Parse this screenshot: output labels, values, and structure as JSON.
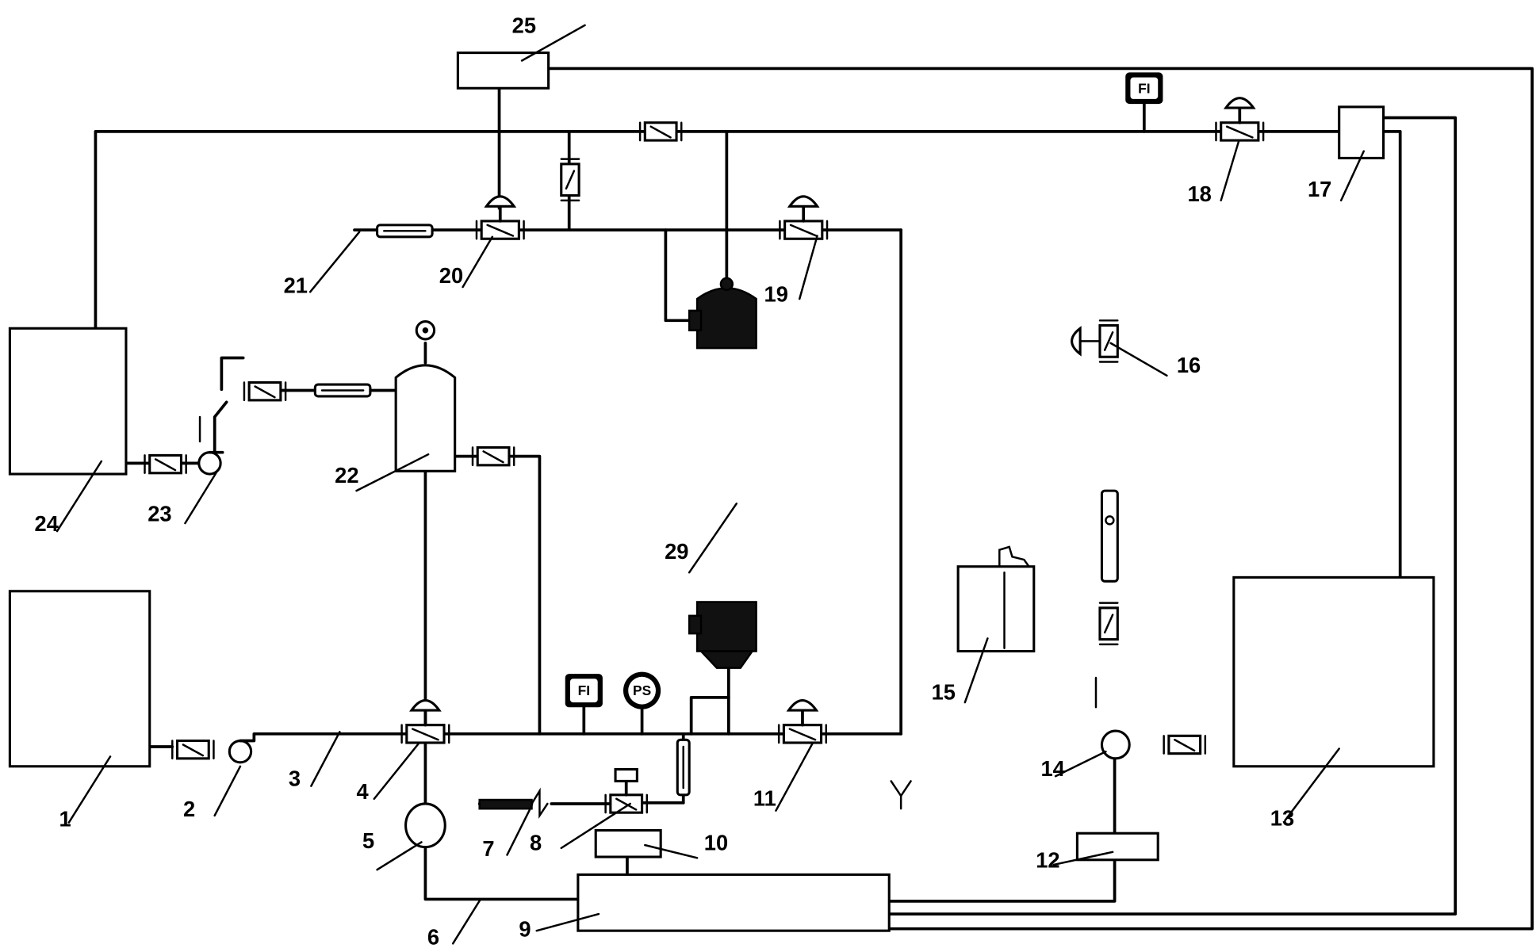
{
  "labels": {
    "n1": "1",
    "n2": "2",
    "n3": "3",
    "n4": "4",
    "n5": "5",
    "n6": "6",
    "n7": "7",
    "n8": "8",
    "n9": "9",
    "n10": "10",
    "n11": "11",
    "n12": "12",
    "n13": "13",
    "n14": "14",
    "n15": "15",
    "n16": "16",
    "n17": "17",
    "n18": "18",
    "n19": "19",
    "n20": "20",
    "n21": "21",
    "n22": "22",
    "n23": "23",
    "n24": "24",
    "n25": "25",
    "n29": "29"
  },
  "instruments": {
    "fi_top": "FI",
    "fi_bottom": "FI",
    "ps": "PS"
  },
  "icons": {
    "gate_valve": "gate-valve-icon",
    "control_valve": "pneumatic-control-valve-icon",
    "pump": "pump-icon",
    "check_valve": "check-valve-icon",
    "flowmeter": "flowmeter-icon",
    "motor": "motor-icon"
  }
}
